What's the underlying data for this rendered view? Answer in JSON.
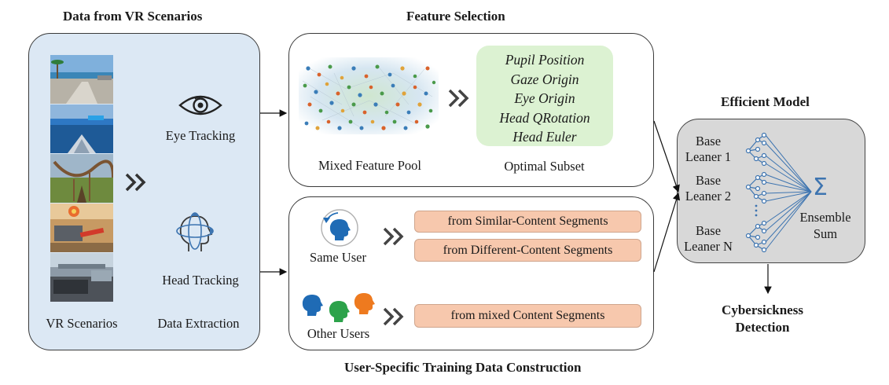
{
  "titles": {
    "data_from_vr": "Data from VR Scenarios",
    "feature_selection": "Feature Selection",
    "efficient_model": "Efficient Model",
    "user_specific": "User-Specific Training Data Construction"
  },
  "vr_panel": {
    "eye_tracking": "Eye Tracking",
    "head_tracking": "Head Tracking",
    "vr_scenarios": "VR Scenarios",
    "data_extraction": "Data Extraction"
  },
  "feature_panel": {
    "features": [
      "Pupil Position",
      "Gaze Origin",
      "Eye Origin",
      "Head QRotation",
      "Head Euler"
    ],
    "mixed_pool": "Mixed Feature Pool",
    "optimal_subset": "Optimal Subset"
  },
  "user_panel": {
    "same_user": "Same User",
    "other_users": "Other Users",
    "seg_similar": "from Similar-Content Segments",
    "seg_different": "from Different-Content Segments",
    "seg_mixed": "from mixed Content Segments"
  },
  "model_panel": {
    "base_1": [
      "Base",
      "Leaner 1"
    ],
    "base_2": [
      "Base",
      "Leaner 2"
    ],
    "base_n": [
      "Base",
      "Leaner N"
    ],
    "sigma": "Σ",
    "ensemble": [
      "Ensemble",
      "Sum"
    ]
  },
  "output": {
    "detection": [
      "Cybersickness",
      "Detection"
    ]
  },
  "colors": {
    "vr_panel_bg": "#dce8f4",
    "feature_box_bg": "#dcf2d2",
    "segment_bg": "#f7c8ad",
    "model_bg": "#d8d8d8",
    "head_blue": "#1f6bb5",
    "head_green": "#2ca24a",
    "head_orange": "#ee7a1f",
    "tree_blue": "#3d74b0"
  }
}
